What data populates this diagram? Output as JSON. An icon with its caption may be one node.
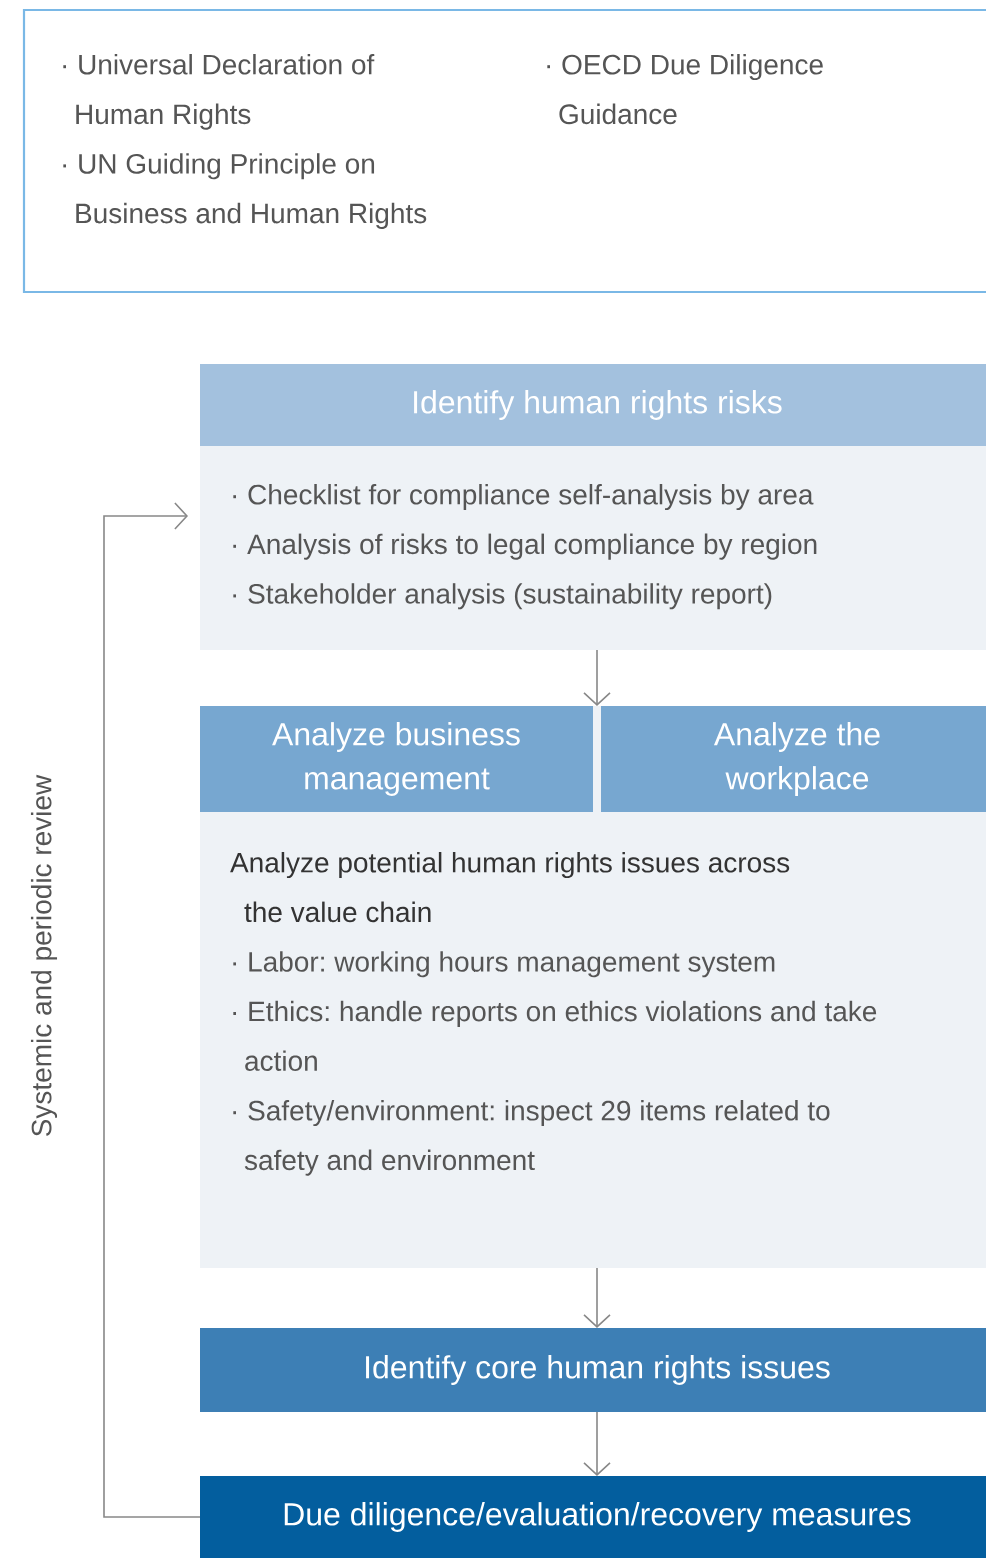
{
  "diagram": {
    "nodes": [
      {
        "text": [
          "· Universal Declaration of Human Rights",
          "· UN Guiding Principle on Business and Human Rights",
          "· OECD Due Diligence Guidance"
        ]
      },
      {
        "text": [
          "Identify human rights risks"
        ]
      },
      {
        "text": [
          "· Checklist for compliance self-analysis by area",
          "· Analysis of risks to legal compliance by region",
          "· Stakeholder analysis (sustainability report)"
        ]
      },
      {
        "text": [
          "Analyze potential human rights issues across the value chain",
          "· Labor: working hours management system",
          "· Ethics: handle reports on ethics violations and take action",
          "· Safety/environment: inspect 29 items related to safety and environment"
        ]
      },
      {
        "text": [
          "Analyze business management"
        ],
        "in": 3
      },
      {
        "text": [
          "Analyze the workplace"
        ],
        "in": 3
      },
      {
        "text": [
          "Identify core human rights issues"
        ]
      },
      {
        "text": [
          "Due diligence/evaluation/recovery measures"
        ]
      }
    ],
    "edges": [
      {
        "from": 2,
        "to": 3,
        "arrow": "to"
      },
      {
        "from": 3,
        "to": 6,
        "arrow": "to"
      },
      {
        "from": 6,
        "to": 7,
        "arrow": "to"
      },
      {
        "from": 7,
        "to": 2,
        "arrow": "to",
        "label": "Systemic and periodic review"
      }
    ]
  }
}
